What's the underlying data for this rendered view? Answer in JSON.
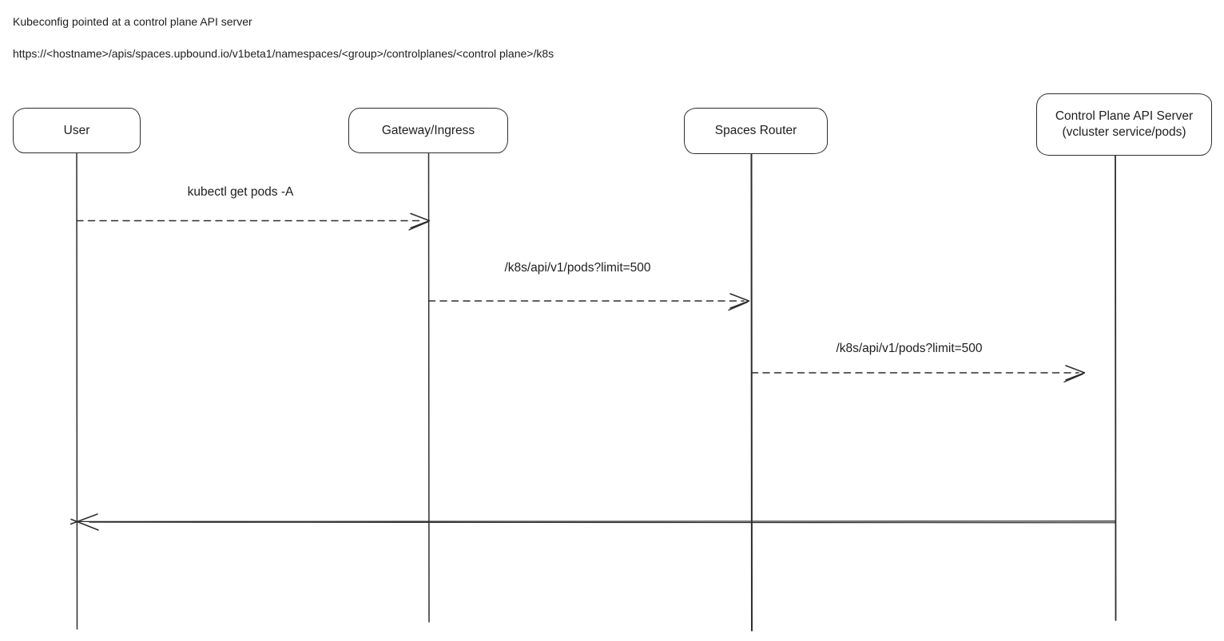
{
  "header": {
    "title": "Kubeconfig pointed at a control plane API server",
    "url": "https://<hostname>/apis/spaces.upbound.io/v1beta1/namespaces/<group>/controlplanes/<control plane>/k8s"
  },
  "diagram": {
    "type": "sequence-diagram",
    "style": "hand-drawn",
    "background_color": "#ffffff",
    "stroke_color": "#2d2d2d",
    "text_color": "#1e1e1e",
    "actors": [
      {
        "id": "user",
        "label": "User"
      },
      {
        "id": "gateway-ingress",
        "label": "Gateway/Ingress"
      },
      {
        "id": "spaces-router",
        "label": "Spaces Router"
      },
      {
        "id": "control-plane-api-server",
        "label": "Control Plane API Server",
        "sublabel": "(vcluster service/pods)"
      }
    ],
    "messages": [
      {
        "from": "user",
        "to": "gateway-ingress",
        "label": "kubectl get pods -A",
        "line_style": "dashed",
        "direction": "right"
      },
      {
        "from": "gateway-ingress",
        "to": "spaces-router",
        "label": "/k8s/api/v1/pods?limit=500",
        "line_style": "dashed",
        "direction": "right"
      },
      {
        "from": "spaces-router",
        "to": "control-plane-api-server",
        "label": "/k8s/api/v1/pods?limit=500",
        "line_style": "dashed",
        "direction": "right"
      },
      {
        "from": "control-plane-api-server",
        "to": "user",
        "label": "",
        "line_style": "solid",
        "direction": "left"
      }
    ]
  }
}
